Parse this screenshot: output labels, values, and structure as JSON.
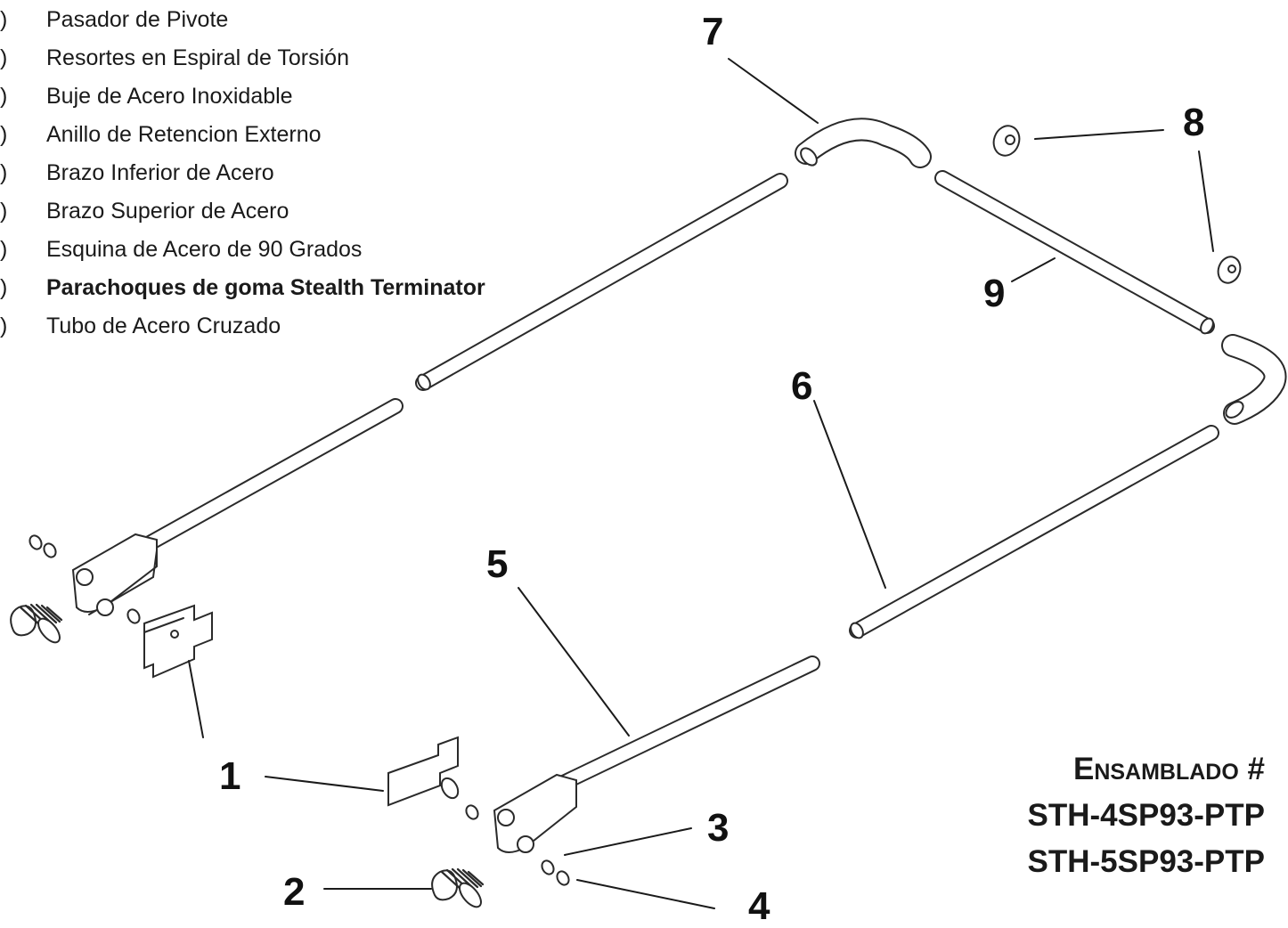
{
  "legend": [
    {
      "paren": ")",
      "label": "Pasador de Pivote",
      "bold": false
    },
    {
      "paren": ")",
      "label": "Resortes en Espiral de Torsión",
      "bold": false
    },
    {
      "paren": ")",
      "label": "Buje de Acero Inoxidable",
      "bold": false
    },
    {
      "paren": ")",
      "label": "Anillo de Retencion Externo",
      "bold": false
    },
    {
      "paren": ")",
      "label": "Brazo Inferior de Acero",
      "bold": false
    },
    {
      "paren": ")",
      "label": "Brazo Superior de Acero",
      "bold": false
    },
    {
      "paren": ")",
      "label": "Esquina de Acero de 90 Grados",
      "bold": false
    },
    {
      "paren": ")",
      "label": "Parachoques de goma Stealth Terminator",
      "bold": true
    },
    {
      "paren": ")",
      "label": "Tubo de Acero Cruzado",
      "bold": false
    }
  ],
  "callouts": {
    "c1": "1",
    "c2": "2",
    "c3": "3",
    "c4": "4",
    "c5": "5",
    "c6": "6",
    "c7": "7",
    "c8a": "8",
    "c9": "9"
  },
  "assembly": {
    "title": "Ensamblado #",
    "models": [
      "STH-4SP93-PTP",
      "STH-5SP93-PTP"
    ]
  },
  "colors": {
    "line": "#2a2a2a",
    "fill": "#ffffff",
    "text": "#1a1a1a"
  }
}
